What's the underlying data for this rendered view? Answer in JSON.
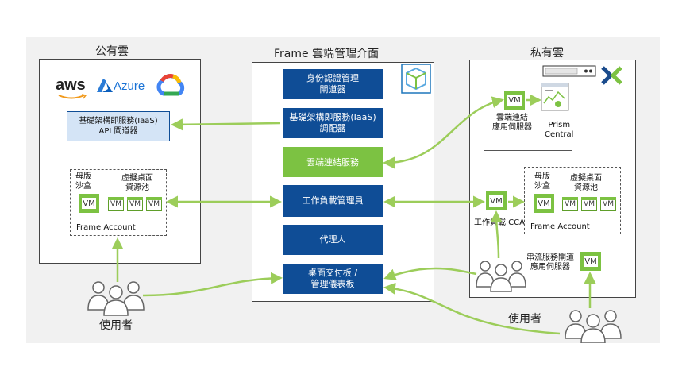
{
  "public_cloud": {
    "title": "公有雲",
    "logos": {
      "aws": "aws",
      "azure": "Azure"
    },
    "iaas_gateway": {
      "line1": "基礎架構即服務(IaaS)",
      "line2": "API 閘道器"
    },
    "master_sandbox": {
      "line1": "母版",
      "line2": "沙盒"
    },
    "vdi_pool": {
      "line1": "虛擬桌面",
      "line2": "資源池"
    },
    "vm_label": "VM",
    "frame_account": "Frame Account"
  },
  "frame": {
    "title": "Frame 雲端管理介面",
    "boxes": [
      {
        "line1": "身份認證管理",
        "line2": "閘道器"
      },
      {
        "line1": "基礎架構即服務(IaaS)",
        "line2": "調配器"
      },
      {
        "line1": "雲端連結服務",
        "line2": ""
      },
      {
        "line1": "工作負載管理員",
        "line2": ""
      },
      {
        "line1": "代理人",
        "line2": ""
      },
      {
        "line1": "桌面交付板 /",
        "line2": "管理儀表板"
      }
    ]
  },
  "private_cloud": {
    "title": "私有雲",
    "cloud_connect_server": {
      "line1": "雲端連結",
      "line2": "應用伺服器"
    },
    "prism": {
      "line1": "Prism",
      "line2": "Central"
    },
    "workload_cca": "工作負載 CCA",
    "master_sandbox": {
      "line1": "母版",
      "line2": "沙盒"
    },
    "vdi_pool": {
      "line1": "虛擬桌面",
      "line2": "資源池"
    },
    "frame_account": "Frame Account",
    "streaming_gateway": {
      "line1": "串流服務閘道",
      "line2": "應用伺服器"
    },
    "vm_label": "VM"
  },
  "users_left": "使用者",
  "users_right": "使用者",
  "colors": {
    "blue": "#0f4d96",
    "green": "#7cc242",
    "light_blue": "#d4e4f6",
    "line_green": "#9ccd5a"
  },
  "icons": [
    "cube-icon",
    "nutanix-x-icon",
    "google-cloud-icon",
    "users-icon"
  ]
}
